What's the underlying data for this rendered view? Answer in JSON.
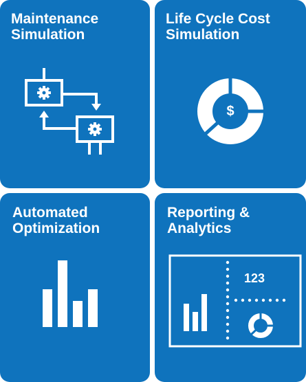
{
  "tiles": [
    {
      "id": "maintenance",
      "title_line1": "Maintenance",
      "title_line2": "Simulation",
      "icon": "process-flow-gears-icon"
    },
    {
      "id": "lcc",
      "title_line1": "Life Cycle Cost",
      "title_line2": "Simulation",
      "icon": "cost-donut-icon",
      "icon_symbol": "$"
    },
    {
      "id": "optimization",
      "title_line1": "Automated",
      "title_line2": "Optimization",
      "icon": "bar-chart-icon"
    },
    {
      "id": "reporting",
      "title_line1": "Reporting &",
      "title_line2": "Analytics",
      "icon": "dashboard-icon",
      "dashboard_number": "123"
    }
  ],
  "colors": {
    "tile_bg": "#0f73bd",
    "foreground": "#ffffff"
  }
}
